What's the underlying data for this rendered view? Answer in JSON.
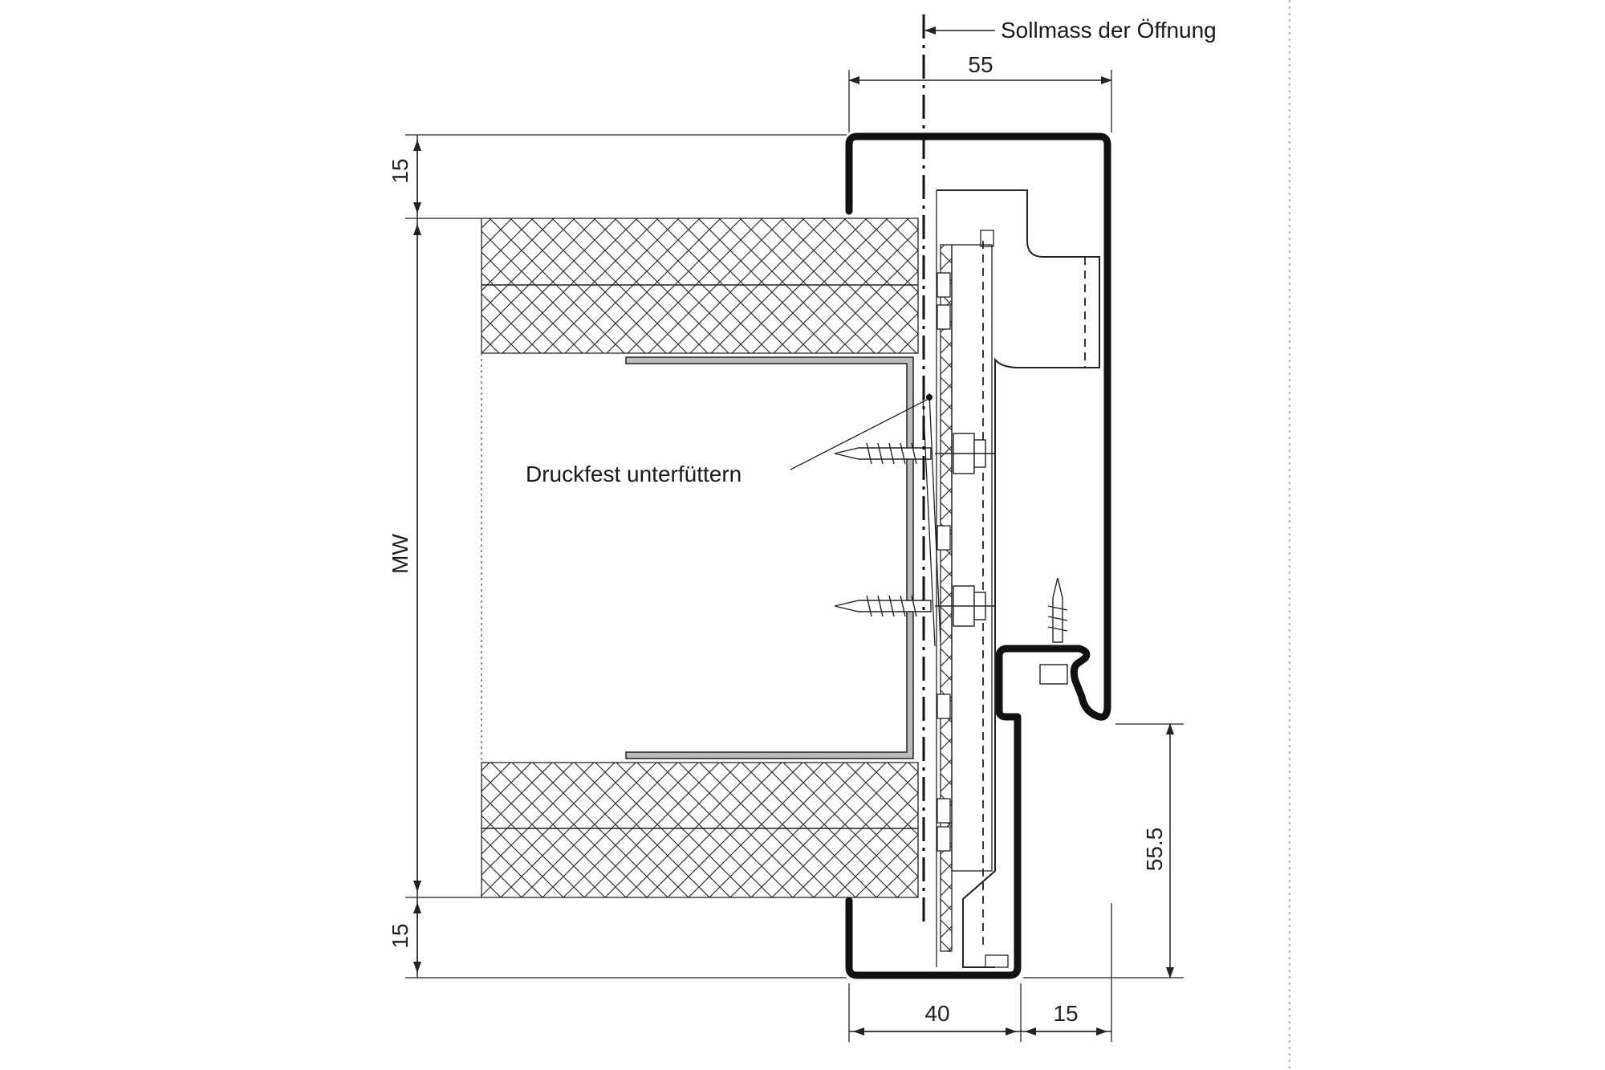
{
  "labels": {
    "opening_reference": "Sollmass der Öffnung",
    "shim_note": "Druckfest unterfüttern"
  },
  "dimensions": {
    "top_width": "55",
    "left_top": "15",
    "left_middle": "MW",
    "left_bottom": "15",
    "bottom_left": "40",
    "bottom_right": "15",
    "right_vertical": "55.5"
  },
  "colors": {
    "line": "#222222",
    "background": "#ffffff"
  }
}
